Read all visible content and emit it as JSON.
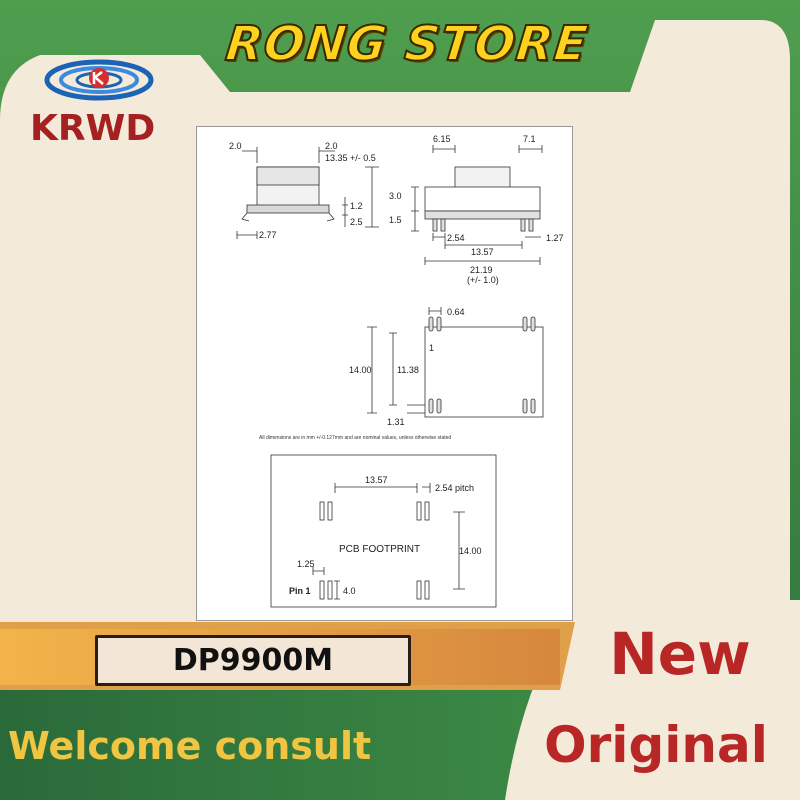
{
  "header": {
    "store_name": "RONG STORE"
  },
  "brand": {
    "name": "KRWD"
  },
  "drawing": {
    "side_view": {
      "dim_left": "2.0",
      "dim_right": "2.0",
      "dim_height": "13.35 +/- 0.5",
      "dim_pin_a": "1.2",
      "dim_pin_b": "2.5",
      "dim_foot": "2.77"
    },
    "front_view": {
      "dim_left": "6.15",
      "dim_right": "7.1",
      "dim_top": "3.0",
      "dim_bottom": "1.5",
      "dim_pitch": "2.54",
      "dim_inner": "13.57",
      "dim_pin": "1.27",
      "dim_total": "21.19",
      "dim_tol": "(+/- 1.0)"
    },
    "top_view": {
      "dim_pin_w": "0.64",
      "pin_one": "1",
      "dim_outer": "14.00",
      "dim_inner": "11.38",
      "dim_base": "1.31"
    },
    "note": "All dimensions are in mm +/-0.127mm and are nominal values, unless otherwise stated",
    "footprint": {
      "title": "PCB FOOTPRINT",
      "dim_span": "13.57",
      "dim_pitch": "2.54 pitch",
      "dim_height": "14.00",
      "dim_pad_w": "1.25",
      "dim_pad_h": "4.0",
      "pin_label": "Pin 1"
    }
  },
  "product": {
    "model": "DP9900M"
  },
  "footer": {
    "welcome": "Welcome consult",
    "badge_new": "New",
    "badge_original": "Original"
  },
  "colors": {
    "green_dark": "#2f7a3f",
    "yellow": "#ffd21f",
    "red": "#b82626",
    "orange": "#e6a14a",
    "cream": "#f4ead9"
  }
}
